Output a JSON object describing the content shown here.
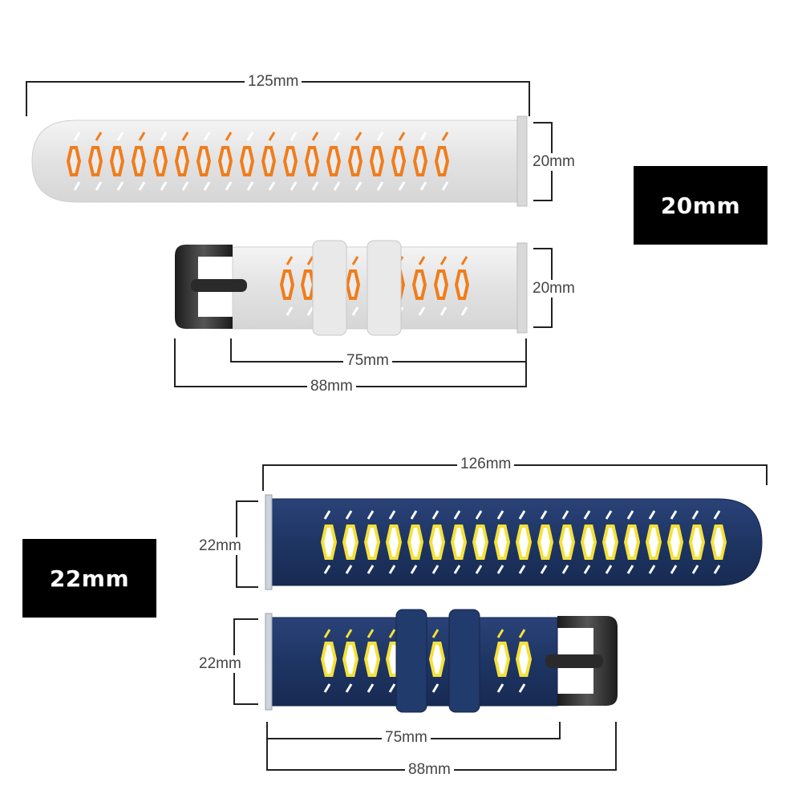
{
  "badges": {
    "top": "20mm",
    "bottom": "22mm"
  },
  "dimensions_20mm": {
    "long_strap_length": "125mm",
    "long_strap_width": "20mm",
    "buckle_strap_width": "20mm",
    "buckle_strap_inner_length": "75mm",
    "buckle_strap_total_length": "88mm"
  },
  "dimensions_22mm": {
    "long_strap_length": "126mm",
    "long_strap_width": "22mm",
    "buckle_strap_width": "22mm",
    "buckle_strap_inner_length": "75mm",
    "buckle_strap_total_length": "88mm"
  },
  "colors": {
    "strap_20mm": "#ececec",
    "accent_20mm": "#f07d1c",
    "strap_22mm": "#1f3766",
    "accent_22mm": "#f4e13a",
    "buckle": "#2a2a2a",
    "dimension_line": "#222222"
  }
}
